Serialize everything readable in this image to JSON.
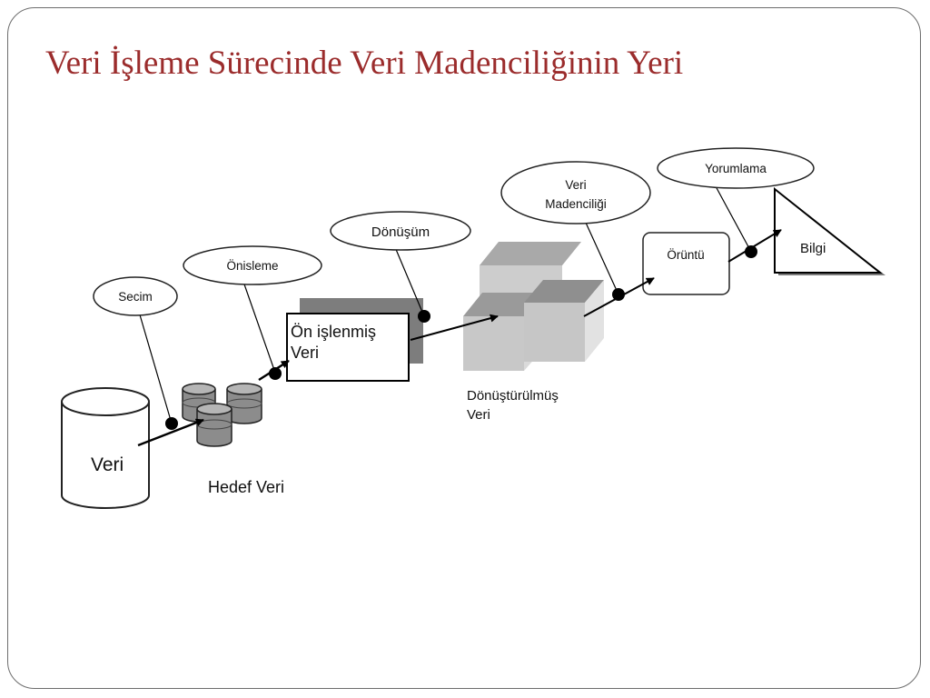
{
  "slide": {
    "title": "Veri İşleme Sürecinde Veri Madenciliğinin Yeri"
  },
  "diagram": {
    "stages": {
      "veri": "Veri",
      "hedef_veri": "Hedef Veri",
      "on_islenmis_veri": [
        "Ön işlenmiş",
        "Veri"
      ],
      "donusturulmus_veri": [
        "Dönüştürülmüş",
        "Veri"
      ],
      "oruntu": "Örüntü",
      "bilgi": "Bilgi"
    },
    "steps": {
      "secim": "Secim",
      "onisleme": "Önisleme",
      "donusum": "Dönüşüm",
      "veri_madenciligi": [
        "Veri",
        "Madenciliği"
      ],
      "yorumlama": "Yorumlama"
    }
  }
}
